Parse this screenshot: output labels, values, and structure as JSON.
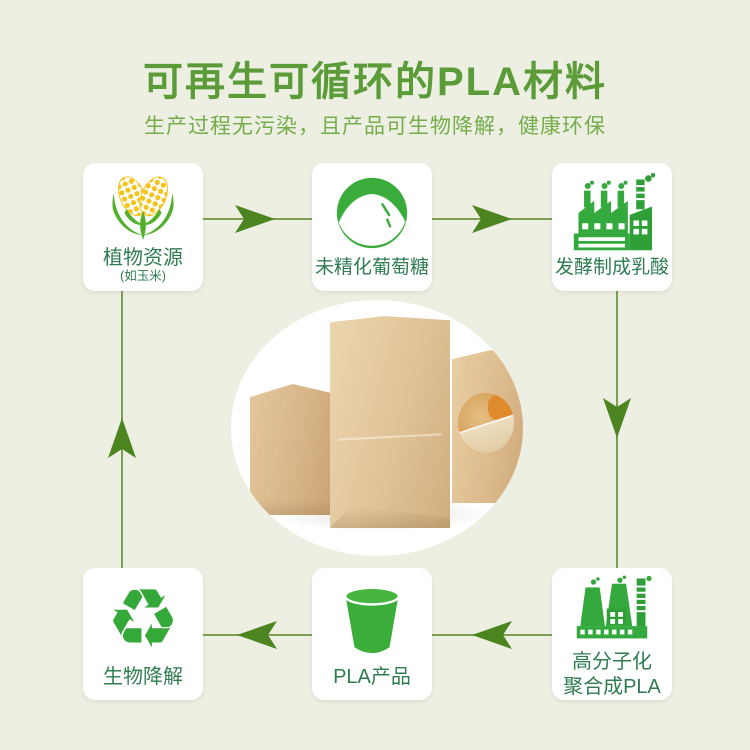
{
  "header": {
    "title": "可再生可循环的PLA材料",
    "subtitle": "生产过程无污染，且产品可生物降解，健康环保"
  },
  "cycle": {
    "nodes": [
      {
        "label": "植物资源",
        "sublabel": "(如玉米)",
        "icon": "corn-icon"
      },
      {
        "label": "未精化葡萄糖",
        "icon": "glucose-icon"
      },
      {
        "label": "发酵制成乳酸",
        "icon": "factory-icon"
      },
      {
        "label": "高分子化",
        "label2": "聚合成PLA",
        "icon": "polymer-factory-icon"
      },
      {
        "label": "PLA产品",
        "icon": "pla-cup-icon"
      },
      {
        "label": "生物降解",
        "icon": "recycle-icon"
      }
    ],
    "flow": "植物资源 → 未精化葡萄糖 → 发酵制成乳酸 → 高分子化聚合成PLA → PLA产品 → 生物降解 → 植物资源"
  },
  "icons": {
    "recycle_glyph": "♻"
  },
  "colors": {
    "background": "#edefe3",
    "title_green": "#5c9c38",
    "subtitle_green": "#74ad4a",
    "label_green": "#2f7c50",
    "icon_green": "#34a93d",
    "line_olive": "#7ca04f",
    "arrow_green": "#4c8420",
    "corn_yellow": "#f4c41c",
    "kraft_paper": "#dcbf93"
  }
}
